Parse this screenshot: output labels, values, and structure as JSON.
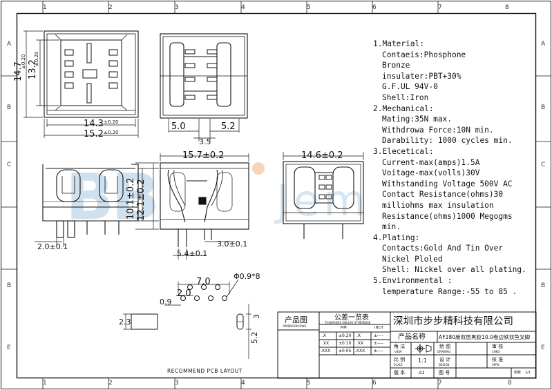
{
  "watermark": {
    "main": "BB",
    "tail": "Jem"
  },
  "zones": {
    "top": [
      "1",
      "2",
      "3",
      "4",
      "5",
      "6",
      "7",
      "8"
    ],
    "bottom": [
      "1",
      "2",
      "3",
      "4",
      "5",
      "6",
      "7",
      "8"
    ],
    "left": [
      "A",
      "B",
      "C",
      "B",
      "E"
    ],
    "right": [
      "A",
      "B",
      "C",
      "B",
      "E"
    ]
  },
  "dims": {
    "d14_7": "14.7",
    "d14_7_tol": "±0.20",
    "d13_2": "13.2",
    "d13_2_tol": "±0.20",
    "d14_3": "14.3",
    "d14_3_tol": "±0.20",
    "d15_2": "15.2",
    "d15_2_tol": "±0.20",
    "d5_0": "5.0",
    "d5_2": "5.2",
    "d3_5": "3.5",
    "d15_7": "15.7±0.2",
    "d14_6": "14.6±0.2",
    "d10_1": "10.1±0.2",
    "d12_1": "12.1±0.2",
    "d2_0": "2.0±0.1",
    "d5_4": "5.4±0.1",
    "d3_0": "3.0±0.1",
    "d7_0": "7.0",
    "d2_0b": "2.0",
    "d0_9": "0.9",
    "d2_3": "2.3",
    "d3": "3",
    "d5_2v": "5.2",
    "dhole": "Φ0.9*8"
  },
  "pcb_caption": "RECOMMEND PCB LAYOUT",
  "notes": [
    {
      "text": "1.Material:",
      "indent": false
    },
    {
      "text": "Contaeis:Phosphone",
      "indent": true
    },
    {
      "text": "Bronze",
      "indent": true
    },
    {
      "text": "insulater:PBT+30%",
      "indent": true
    },
    {
      "text": "G.F.UL    94V-0",
      "indent": true
    },
    {
      "text": "Shell:Iron",
      "indent": true
    },
    {
      "text": "2.Mechanical:",
      "indent": false
    },
    {
      "text": "Mating:35N max.",
      "indent": true
    },
    {
      "text": "Withdrowa Force:10N min.",
      "indent": true
    },
    {
      "text": "Darability: 1000 cycles min.",
      "indent": true
    },
    {
      "text": "3.Elecetical:",
      "indent": false
    },
    {
      "text": "Current-max(amps)1.5A",
      "indent": true
    },
    {
      "text": "Voitage-max(volls)30V",
      "indent": true
    },
    {
      "text": "Withstanding Voltage 500V AC",
      "indent": true
    },
    {
      "text": "Contact Resistance(ohms)30",
      "indent": true
    },
    {
      "text": "milliohms max insulation",
      "indent": true
    },
    {
      "text": "Resistance(ohms)1000 Megogms",
      "indent": true
    },
    {
      "text": "min.",
      "indent": true
    },
    {
      "text": "4.Plating:",
      "indent": false
    },
    {
      "text": "Contacts:Gold And Tin Over",
      "indent": true
    },
    {
      "text": "Nickel Ploled",
      "indent": true
    },
    {
      "text": "Shell: Nickel over all plating.",
      "indent": true
    },
    {
      "text": "5.Environmental :",
      "indent": false
    },
    {
      "text": "lemperature Range:-55  to 85   .",
      "indent": true
    }
  ],
  "title_block": {
    "drawing_label": "产品图",
    "drawing_label_en": "DIMENSION DWG",
    "tolerance_label": "公差一览表",
    "tolerance_label_en": "TOLERANCE UNLESS OTHERWISE",
    "tol_header": [
      "MM",
      "INCH"
    ],
    "tol_rows": [
      {
        "fmt": ".X",
        "mm": "±0.20",
        "fmt2": ".X",
        "inch": "±----"
      },
      {
        "fmt": ".XX",
        "mm": "±0.10",
        "fmt2": ".XX",
        "inch": "±----"
      },
      {
        "fmt": ".XXX",
        "mm": "±0.05",
        "fmt2": ".XXX",
        "inch": "±----"
      }
    ],
    "company": "深圳市步步精科技有限公司",
    "product_label": "产品名称",
    "product_name": "AF180度双层黑胶10.0卷边铁双鱼叉脚",
    "view_label": "角 法",
    "view_label_en": "VIEW",
    "drawing_by": "绘 图",
    "drawing_by_en": "DRAWING",
    "check": "审 核",
    "check_en": "CHKD",
    "scale_label": "比 例",
    "scale_label_en": "SCALE",
    "scale": "1:1",
    "design": "设 计",
    "design_en": "DESIGN",
    "approve": "核 准",
    "approve_en": "APPD",
    "version_label": "版 本",
    "version": "A1",
    "drawing_no_label": "图 号",
    "page_label": "张数",
    "page": "1/1"
  }
}
